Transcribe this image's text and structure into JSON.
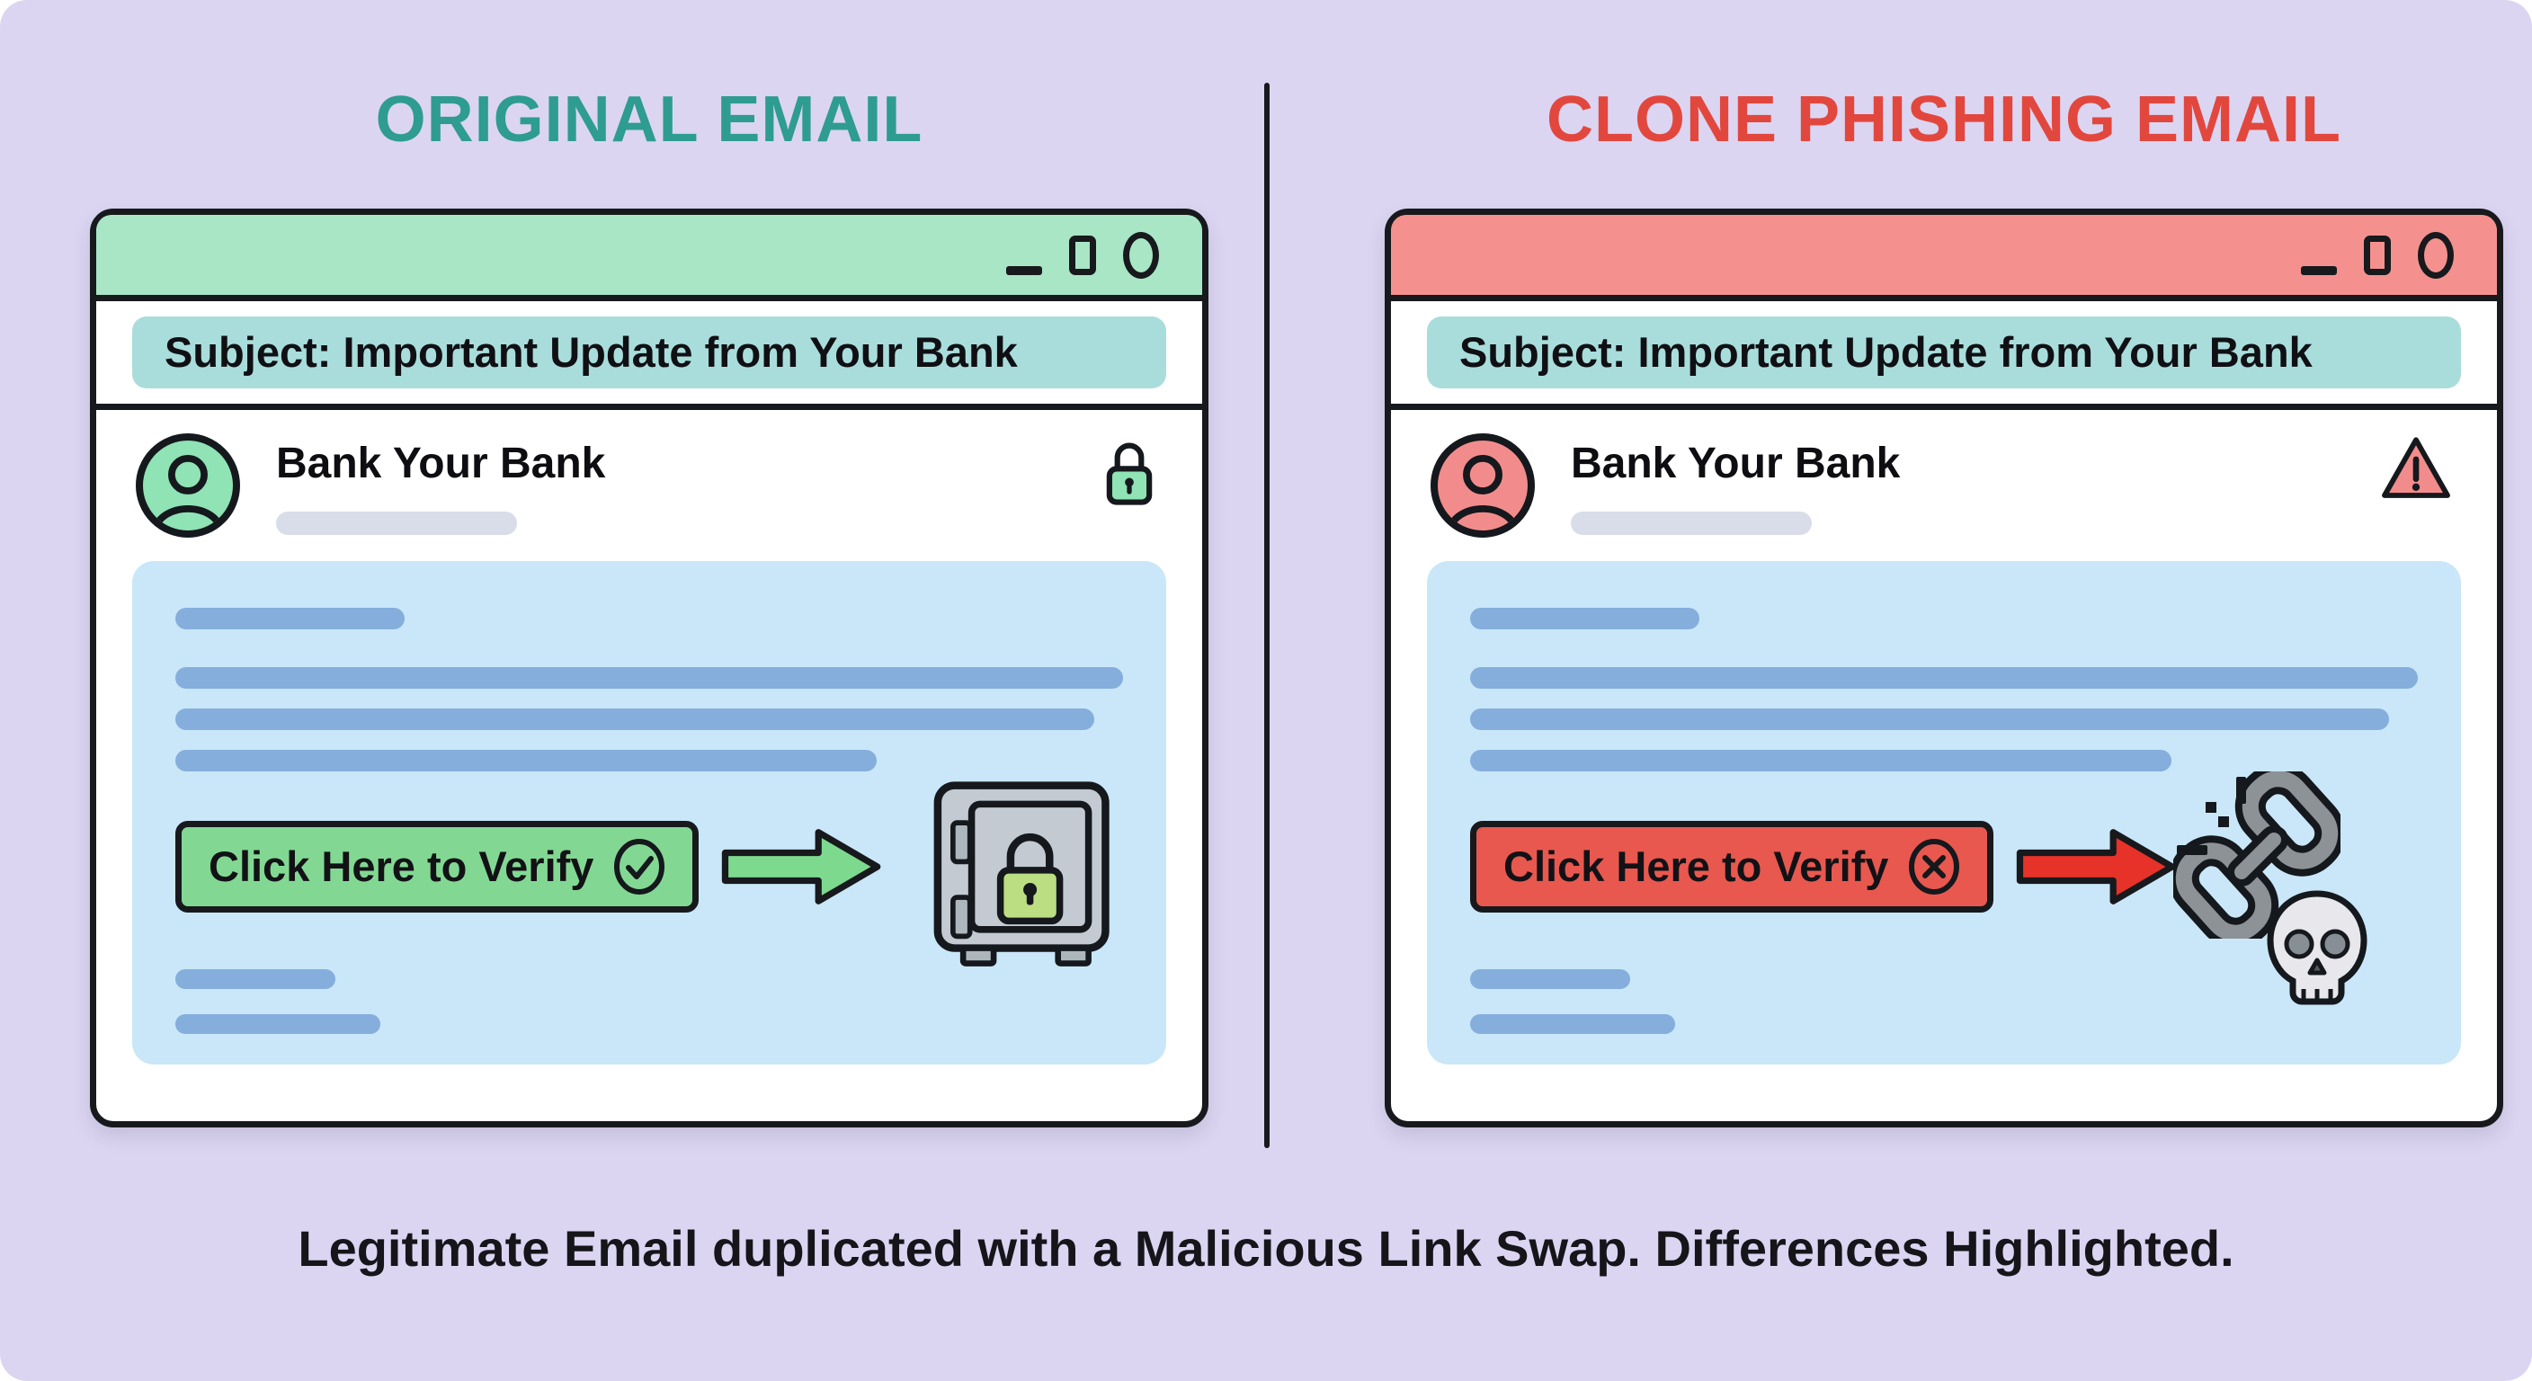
{
  "page": {
    "canvas_color": "#DBD5F2",
    "caption": "Legitimate Email duplicated with a Malicious Link Swap. Differences Highlighted."
  },
  "shared": {
    "subject_pill_color": "#A9DDDB",
    "body_color": "#C9E7F8",
    "skeleton_color": "#85AEDC",
    "placeholder_color": "#D9DDE9",
    "outline_color": "#17191D"
  },
  "panels": {
    "left": {
      "title": "ORIGINAL EMAIL",
      "subject": "Subject: Important Update from Your Bank",
      "sender": "Bank Your Bank",
      "trust_icon": "lock-icon",
      "cta": {
        "label": "Click Here to Verify",
        "icon": "check-circle-icon"
      },
      "result_icons": [
        "safe-vault-icon"
      ],
      "window_controls": [
        "minimize",
        "maximize",
        "close"
      ],
      "colors": {
        "title": "#2E9C90",
        "titlebar": "#A8E6C6",
        "avatar": "#8FE3B4",
        "button": "#82D893",
        "arrow": "#7DD98E"
      }
    },
    "right": {
      "title": "CLONE PHISHING EMAIL",
      "subject": "Subject: Important Update from Your Bank",
      "sender": "Bank Your Bank",
      "trust_icon": "warning-triangle-icon",
      "cta": {
        "label": "Click Here to Verify",
        "icon": "x-circle-icon"
      },
      "result_icons": [
        "broken-chain-icon",
        "skull-icon"
      ],
      "window_controls": [
        "minimize",
        "maximize",
        "close"
      ],
      "colors": {
        "title": "#E2473E",
        "titlebar": "#F4918E",
        "avatar": "#F28C8C",
        "button": "#E8584F",
        "arrow": "#E63228"
      }
    }
  }
}
